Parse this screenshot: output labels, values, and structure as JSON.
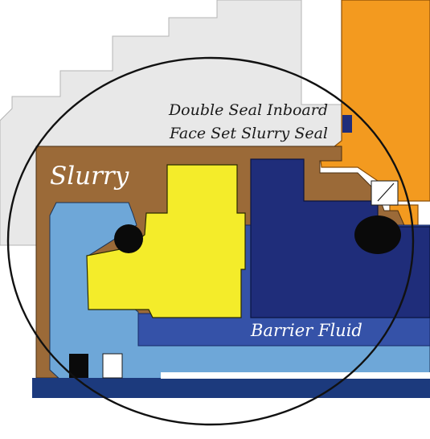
{
  "labels": {
    "caption_line1": "Double Seal Inboard",
    "caption_line2": "Face Set Slurry Seal",
    "slurry": "Slurry",
    "barrier_fluid": "Barrier Fluid"
  },
  "colors": {
    "housing_gray": "#e8e8e8",
    "slurry_brown": "#9b6a38",
    "sleeve_light_blue": "#6ea7d8",
    "face_yellow": "#f4ec2a",
    "face_navy": "#1f2d7a",
    "barrier_blue": "#3552a8",
    "shaft_navy": "#1c3a7d",
    "gland_orange": "#f39a1f",
    "oring_black": "#0a0a0a",
    "detail_circle": "#111111"
  }
}
